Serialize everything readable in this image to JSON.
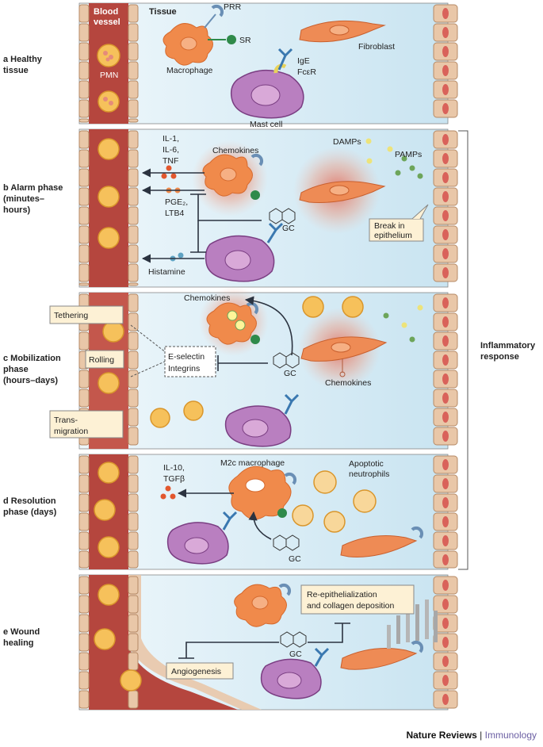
{
  "header": {
    "blood_vessel": "Blood vessel",
    "tissue": "Tissue"
  },
  "panels": [
    {
      "letter": "a",
      "title_lines": [
        "Healthy",
        "tissue"
      ]
    },
    {
      "letter": "b",
      "title_lines": [
        "Alarm phase",
        "(minutes–",
        "hours)"
      ]
    },
    {
      "letter": "c",
      "title_lines": [
        "Mobilization",
        "phase",
        "(hours–days)"
      ]
    },
    {
      "letter": "d",
      "title_lines": [
        "Resolution",
        "phase (days)"
      ]
    },
    {
      "letter": "e",
      "title_lines": [
        "Wound",
        "healing"
      ]
    }
  ],
  "panel_a": {
    "pmn": "PMN",
    "prr": "PRR",
    "sr": "SR",
    "macrophage": "Macrophage",
    "fibroblast": "Fibroblast",
    "ige": "IgE",
    "fcer": "FcεR",
    "mast_cell": "Mast cell"
  },
  "panel_b": {
    "il1": "IL-1,",
    "il6": "IL-6,",
    "tnf": "TNF",
    "chemokines": "Chemokines",
    "pge2": "PGE₂,",
    "ltb4": "LTB4",
    "gc": "GC",
    "histamine": "Histamine",
    "damps": "DAMPs",
    "pamps": "PAMPs",
    "break1": "Break in",
    "break2": "epithelium"
  },
  "panel_c": {
    "tethering": "Tethering",
    "rolling": "Rolling",
    "trans1": "Trans-",
    "trans2": "migration",
    "chemokines": "Chemokines",
    "eselectin": "E-selectin",
    "integrins": "Integrins",
    "gc": "GC",
    "chemokines2": "Chemokines"
  },
  "panel_d": {
    "il10": "IL-10,",
    "tgfb": "TGFβ",
    "m2c": "M2c macrophage",
    "apop1": "Apoptotic",
    "apop2": "neutrophils",
    "gc": "GC"
  },
  "panel_e": {
    "reepi1": "Re-epithelialization",
    "reepi2": "and collagen deposition",
    "gc": "GC",
    "angio": "Angiogenesis"
  },
  "inflammatory": [
    "Inflammatory",
    "response"
  ],
  "credit": {
    "journal": "Nature Reviews",
    "sep": " | ",
    "subject": "Immunology"
  },
  "colors": {
    "vessel": "#b5463e",
    "tissue_bg": "#d9edf6",
    "macrophage": "#f08a4b",
    "mast": "#b97fc0",
    "fibroblast": "#ee8b55",
    "pmn": "#f6c15b",
    "epithelium": "#e9c7a8",
    "accent": "#6b5fa3"
  }
}
